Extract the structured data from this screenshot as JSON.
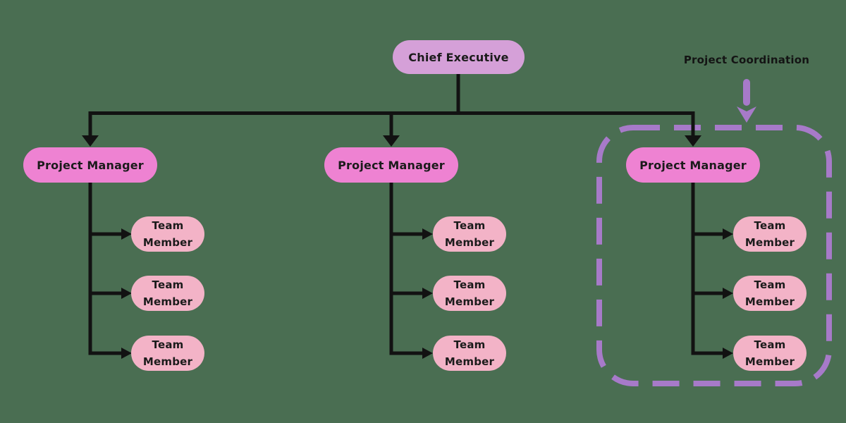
{
  "diagram": {
    "background_color": "#4a6e52",
    "colors": {
      "executive_fill": "#d5a0d8",
      "manager_fill": "#ee82d2",
      "member_fill": "#f3b3c7",
      "connector_color": "#121212",
      "coordination_accent": "#a77ac9",
      "text_color": "#1b1b1b"
    },
    "root": {
      "label": "Chief Executive"
    },
    "groups": [
      {
        "manager_label": "Project Manager",
        "members": [
          "Team Member",
          "Team Member",
          "Team Member"
        ],
        "coordinated": false
      },
      {
        "manager_label": "Project Manager",
        "members": [
          "Team Member",
          "Team Member",
          "Team Member"
        ],
        "coordinated": false
      },
      {
        "manager_label": "Project Manager",
        "members": [
          "Team Member",
          "Team Member",
          "Team Member"
        ],
        "coordinated": true
      }
    ],
    "annotation": {
      "label": "Project Coordination"
    }
  }
}
